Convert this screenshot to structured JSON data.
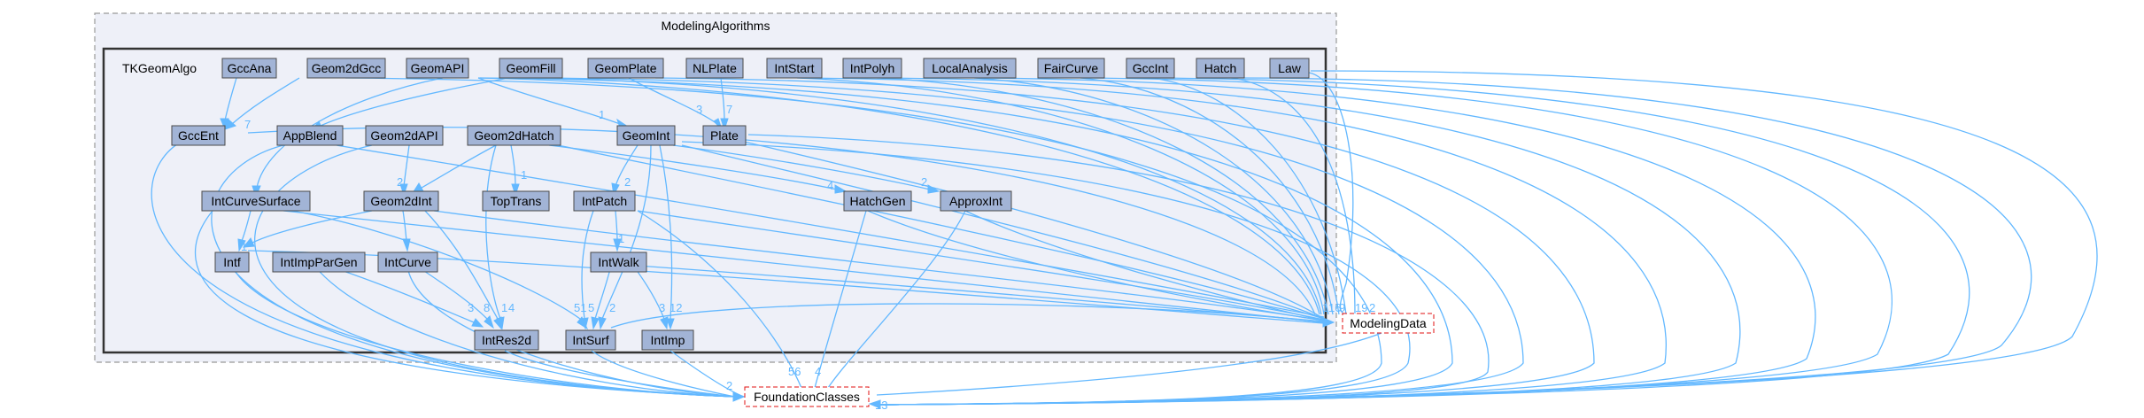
{
  "outer_cluster": {
    "label": "ModelingAlgorithms"
  },
  "inner_cluster": {
    "label": "TKGeomAlgo"
  },
  "nodes": {
    "gccana": "GccAna",
    "geom2dgcc": "Geom2dGcc",
    "geomapi": "GeomAPI",
    "geomfill": "GeomFill",
    "geomplate": "GeomPlate",
    "nlplate": "NLPlate",
    "intstart": "IntStart",
    "intpolyh": "IntPolyh",
    "localanalysis": "LocalAnalysis",
    "faircurve": "FairCurve",
    "gccint": "GccInt",
    "hatch": "Hatch",
    "law": "Law",
    "gccent": "GccEnt",
    "appblend": "AppBlend",
    "geom2dapi": "Geom2dAPI",
    "geom2dhatch": "Geom2dHatch",
    "geomint": "GeomInt",
    "plate": "Plate",
    "intcurvesurface": "IntCurveSurface",
    "geom2dint": "Geom2dInt",
    "toptrans": "TopTrans",
    "intpatch": "IntPatch",
    "hatchgen": "HatchGen",
    "approxint": "ApproxInt",
    "intf": "Intf",
    "intimppargen": "IntImpParGen",
    "intcurve": "IntCurve",
    "intwalk": "IntWalk",
    "intres2d": "IntRes2d",
    "intsurf": "IntSurf",
    "intimp": "IntImp",
    "modelingdata": "ModelingData",
    "foundationclasses": "FoundationClasses"
  },
  "edge_labels": [
    "7",
    "1",
    "3",
    "7",
    "2",
    "4",
    "2",
    "1",
    "2",
    "1",
    "1",
    "12",
    "51",
    "2",
    "8",
    "3",
    "3",
    "1",
    "4",
    "5",
    "1",
    "56",
    "4",
    "16",
    "9",
    "19",
    "2",
    "13",
    "2"
  ],
  "colors": {
    "node_fill": "#a2b4d6",
    "edge": "#63b8ff",
    "external_border": "#e01010",
    "cluster_fill": "#eef0f8"
  }
}
